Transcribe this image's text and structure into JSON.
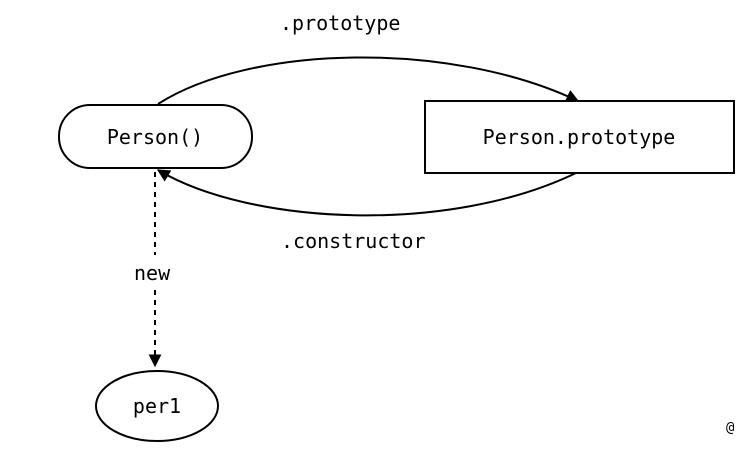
{
  "nodes": {
    "person_constructor": {
      "label": "Person()"
    },
    "person_prototype": {
      "label": "Person.prototype"
    },
    "per1": {
      "label": "per1"
    }
  },
  "edges": {
    "prototype": {
      "label": ".prototype"
    },
    "constructor": {
      "label": ".constructor"
    },
    "new": {
      "label": "new"
    }
  },
  "watermark": {
    "glyph": "@"
  },
  "colors": {
    "stroke": "#000000",
    "background": "#ffffff"
  }
}
